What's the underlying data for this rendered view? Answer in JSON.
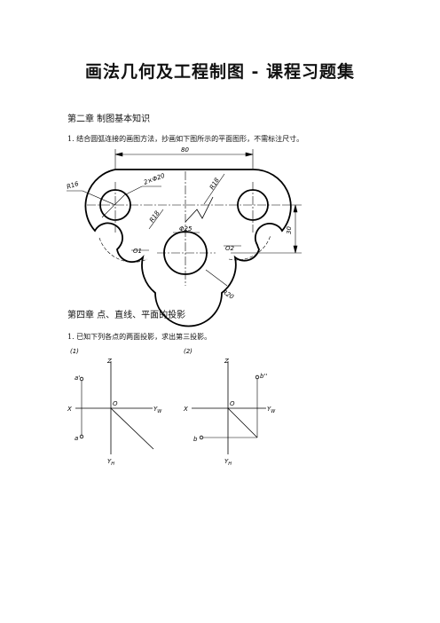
{
  "page": {
    "title": "画法几何及工程制图 - 课程习题集"
  },
  "section1": {
    "chapter": "第二章  制图基本知识",
    "question": "1. 结合圆弧连接的画图方法，抄画如下图所示的平面图形，不需标注尺寸。",
    "labels": {
      "dim_80": "80",
      "r16": "R16",
      "holes": "2×Φ20",
      "r18a": "R18",
      "r18b": "R18",
      "d25": "Φ25",
      "d30": "30",
      "o1": "O1",
      "o2": "O2",
      "r20": "R20"
    }
  },
  "section2": {
    "chapter": "第四章  点、直线、平面的投影",
    "question": "1. 已知下列各点的两面投影，求出第三投影。",
    "fig1": {
      "tag": "(1)",
      "z": "Z",
      "x": "X",
      "o": "O",
      "yw": "Y",
      "yw_sub": "W",
      "yh": "Y",
      "yh_sub": "H",
      "pt_top": "a'",
      "pt_bottom": "a"
    },
    "fig2": {
      "tag": "(2)",
      "z": "Z",
      "x": "X",
      "o": "O",
      "yw": "Y",
      "yw_sub": "W",
      "yh": "Y",
      "yh_sub": "H",
      "pt_top": "b''",
      "pt_bottom": "b"
    }
  }
}
